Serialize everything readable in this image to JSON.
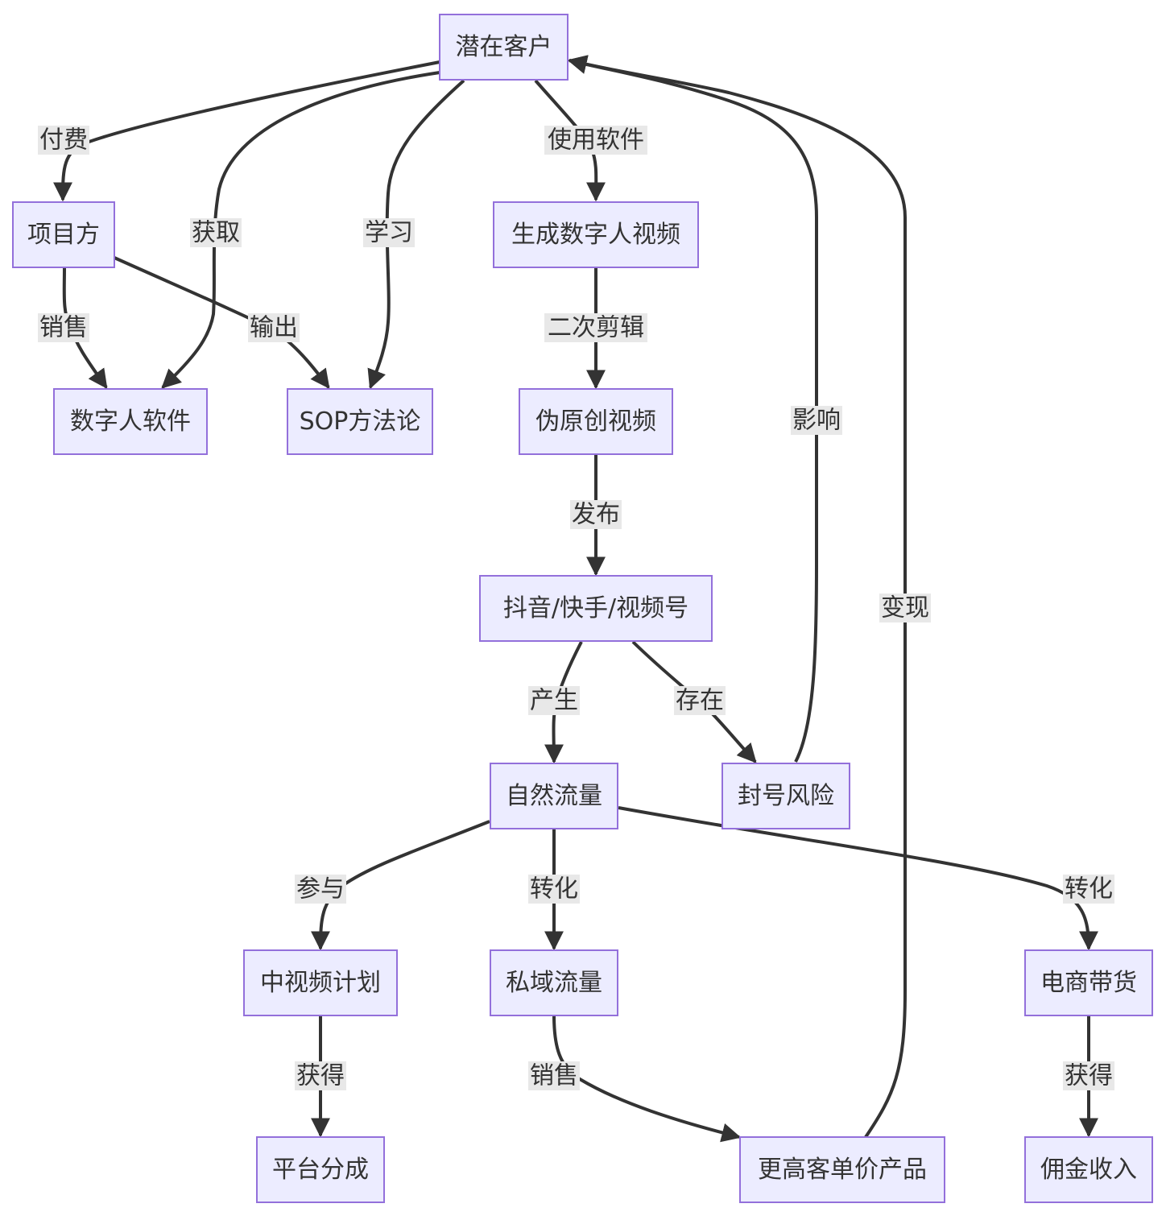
{
  "diagram": {
    "nodes": {
      "potential_customer": "潜在客户",
      "project_party": "项目方",
      "digital_human_software": "数字人软件",
      "sop_methodology": "SOP方法论",
      "generate_dh_video": "生成数字人视频",
      "pseudo_original_video": "伪原创视频",
      "platforms": "抖音/快手/视频号",
      "natural_traffic": "自然流量",
      "ban_risk": "封号风险",
      "mid_video_plan": "中视频计划",
      "private_traffic": "私域流量",
      "ecommerce": "电商带货",
      "platform_share": "平台分成",
      "higher_price_product": "更高客单价产品",
      "commission_income": "佣金收入"
    },
    "edges": {
      "pay": "付费",
      "obtain": "获取",
      "learn": "学习",
      "use_software": "使用软件",
      "sell_1": "销售",
      "output": "输出",
      "secondary_edit": "二次剪辑",
      "publish": "发布",
      "influence": "影响",
      "monetize": "变现",
      "produce": "产生",
      "exist": "存在",
      "participate": "参与",
      "convert_1": "转化",
      "convert_2": "转化",
      "gain_1": "获得",
      "sell_2": "销售",
      "gain_2": "获得"
    }
  }
}
